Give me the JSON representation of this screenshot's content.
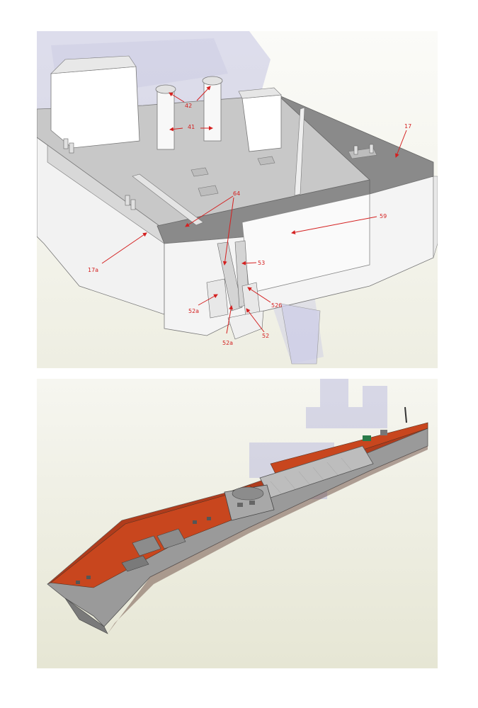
{
  "callouts": {
    "c42": "42",
    "c41": "41",
    "c17": "17",
    "c64": "64",
    "c59": "59",
    "c53": "53",
    "c17a": "17a",
    "c526": "526",
    "c52a_left": "52a",
    "c52a_bottom": "52a",
    "c52": "52"
  },
  "colors": {
    "callout": "#d42020",
    "deck_red": "#c8461e",
    "hull_grey": "#9a9a9a",
    "ghost_overlay": "#8888cc"
  }
}
